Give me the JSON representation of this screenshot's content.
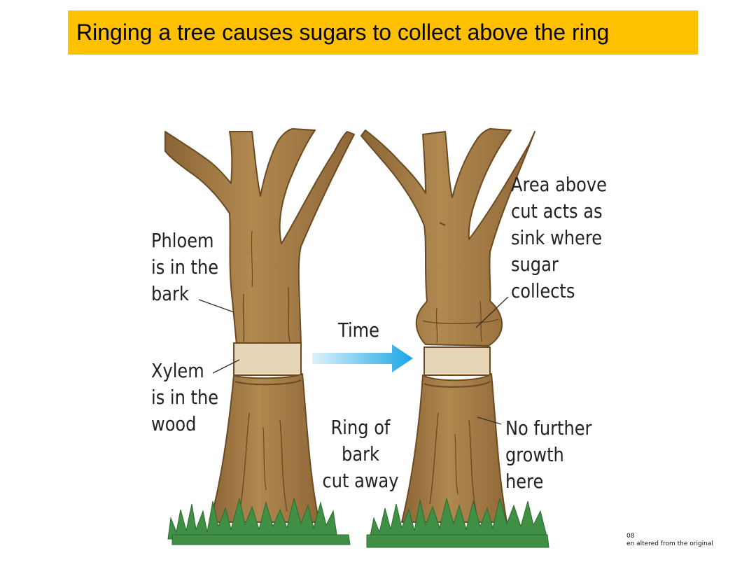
{
  "title": "Ringing a tree causes sugars to collect above the ring",
  "labels": {
    "phloem": "Phloem\nis in the\nbark",
    "xylem": "Xylem\nis in the\nwood",
    "time": "Time",
    "ring": "Ring of\nbark\ncut away",
    "sink": "Area above\ncut acts as\nsink where\nsugar\ncollects",
    "no_growth": "No further\ngrowth\nhere"
  },
  "credit": {
    "line1": "08",
    "line2": "en altered from the original"
  },
  "colors": {
    "title_bg": "#ffc000",
    "bark": "#a27b45",
    "bark_outline": "#6b4a22",
    "ring_wood": "#e6d5b6",
    "grass": "#3f8f45",
    "arrow": "#29a9e0"
  }
}
